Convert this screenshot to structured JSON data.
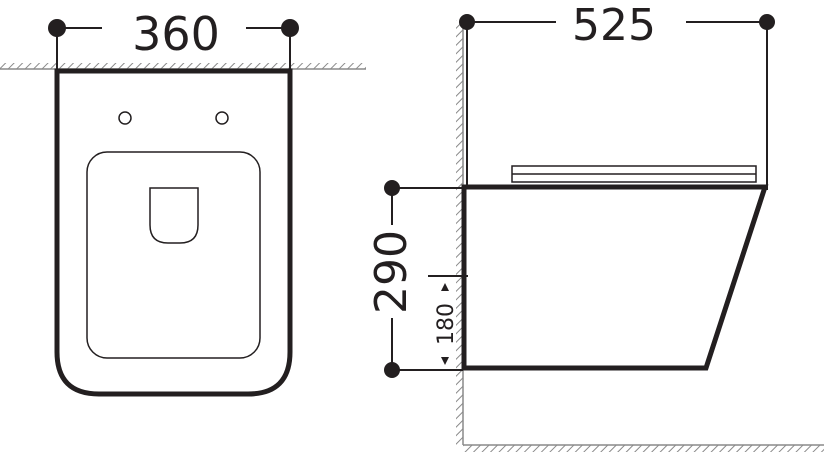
{
  "front_view": {
    "width_label": "360"
  },
  "side_view": {
    "depth_label": "525",
    "height_label": "290",
    "outlet_height_label": "180"
  },
  "colors": {
    "line": "#231f20",
    "hatch": "#8a8a8a"
  }
}
